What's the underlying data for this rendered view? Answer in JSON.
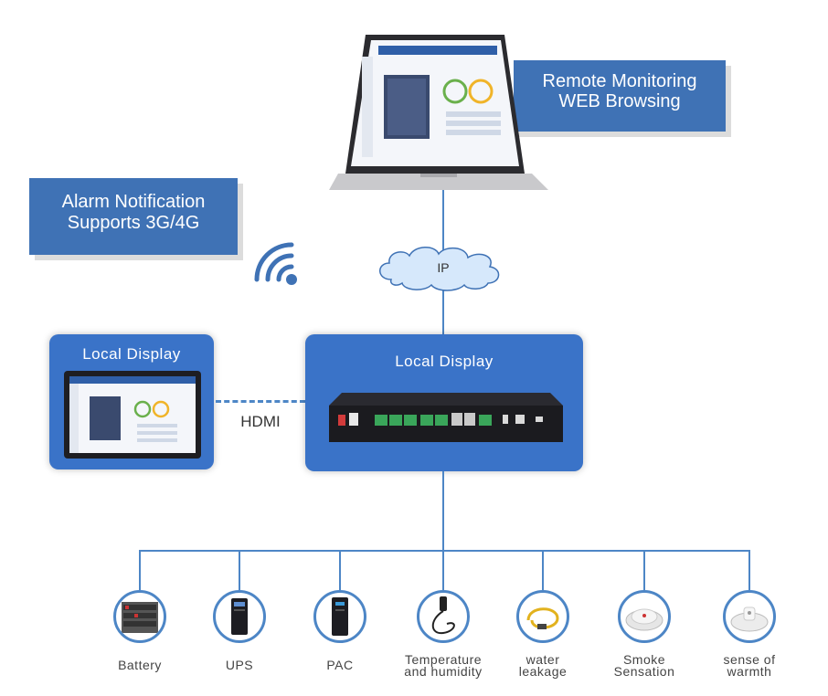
{
  "callouts": {
    "remote": [
      "Remote Monitoring",
      "WEB Browsing"
    ],
    "alarm": [
      "Alarm Notification",
      "Supports 3G/4G"
    ]
  },
  "network": {
    "cloud_label": "IP",
    "link_label": "HDMI"
  },
  "panels": {
    "left_title": "Local Display",
    "center_title": "Local Display"
  },
  "devices": [
    {
      "label": [
        "Battery"
      ],
      "icon": "battery-rack-icon"
    },
    {
      "label": [
        "UPS"
      ],
      "icon": "ups-icon"
    },
    {
      "label": [
        "PAC"
      ],
      "icon": "pac-icon"
    },
    {
      "label": [
        "Temperature",
        "and humidity"
      ],
      "icon": "temperature-sensor-icon"
    },
    {
      "label": [
        "water",
        "leakage"
      ],
      "icon": "water-leak-cable-icon"
    },
    {
      "label": [
        "Smoke",
        "Sensation"
      ],
      "icon": "smoke-detector-icon"
    },
    {
      "label": [
        "sense of",
        "warmth"
      ],
      "icon": "heat-detector-icon"
    }
  ],
  "colors": {
    "accent": "#3f72b5",
    "panel": "#3a73c8",
    "line": "#4d86c6"
  }
}
